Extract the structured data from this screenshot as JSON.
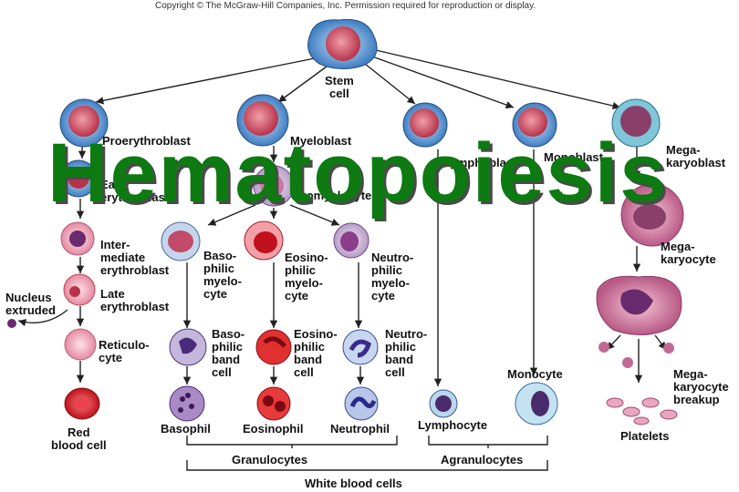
{
  "copyright": "Copyright © The McGraw-Hill Companies, Inc. Permission required for reproduction or display.",
  "title": "Hematopoiesis",
  "cells": {
    "stem": "Stem\ncell",
    "proerythroblast": "Proerythroblast",
    "myeloblast": "Myeloblast",
    "lymphoblast": "Lymphoblast",
    "monoblast": "Monoblast",
    "megakaryoblast": "Mega-\nkaryoblast",
    "early_erythroblast": "Early\nerythroblast",
    "promyelocyte": "Promyelocyte",
    "intermediate_erythroblast": "Inter-\nmediate\nerythroblast",
    "late_erythroblast": "Late\nerythroblast",
    "nucleus_extruded": "Nucleus\nextruded",
    "reticulocyte": "Reticulo-\ncyte",
    "red_blood_cell": "Red\nblood cell",
    "basophilic_myelocyte": "Baso-\nphilic\nmyelo-\ncyte",
    "eosinophilic_myelocyte": "Eosino-\nphilic\nmyelo-\ncyte",
    "neutrophilic_myelocyte": "Neutro-\nphilic\nmyelo-\ncyte",
    "basophilic_band": "Baso-\nphilic\nband\ncell",
    "eosinophilic_band": "Eosino-\nphilic\nband\ncell",
    "neutrophilic_band": "Neutro-\nphilic\nband\ncell",
    "basophil": "Basophil",
    "eosinophil": "Eosinophil",
    "neutrophil": "Neutrophil",
    "lymphocyte": "Lymphocyte",
    "monocyte": "Monocyte",
    "megakaryocyte": "Mega-\nkaryocyte",
    "megakaryocyte_breakup": "Mega-\nkaryocyte\nbreakup",
    "platelets": "Platelets"
  },
  "groups": {
    "granulocytes": "Granulocytes",
    "agranulocytes": "Agranulocytes",
    "white_blood_cells": "White blood cells"
  },
  "colors": {
    "title_green": "#0d7a12",
    "erythroid_red": "#d81b2a",
    "nucleus_purple": "#6a2a6e",
    "stem_blue": "#3f7fc4"
  }
}
